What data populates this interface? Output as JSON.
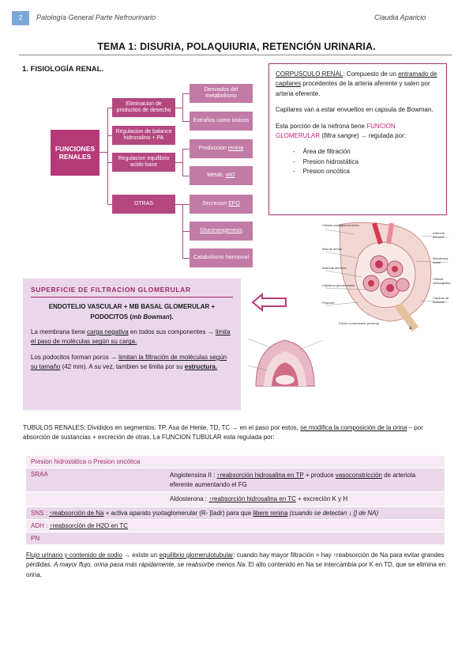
{
  "header": {
    "page_number": "2",
    "left_text": "Patología General Parte Nefrourinario",
    "right_text": "Claudia Aparicio"
  },
  "title": "TEMA 1: DISURIA, POLAQUIURIA, RETENCIÓN URINARIA.",
  "section1": "1.   FISIOLOGÍA RENAL.",
  "diagram": {
    "root": "FUNCIONES RENALES",
    "level2": [
      "Eliminacion de productos de desecho",
      "Regulacion de balance hidrosalino + PA",
      "Regulacion equilibrio acido-base",
      "OTRAS"
    ],
    "level3": [
      {
        "text": "Derivados del metabolismo",
        "underline": ""
      },
      {
        "text": "Extraños como toxicos",
        "underline": ""
      },
      {
        "text": "Produccion ",
        "underline": "renina"
      },
      {
        "text": "Metab. ",
        "underline": "vitD"
      },
      {
        "text": "Secrecion ",
        "underline": "EPO"
      },
      {
        "text": "",
        "underline": "Gluconeogenesis"
      },
      {
        "text": "Catabolismo hormonal",
        "underline": ""
      }
    ]
  },
  "corpusculo": {
    "heading": "CORPUSCULO RENAL",
    "p1_a": ": Compuesto de un ",
    "p1_u": "entramado de capilares",
    "p1_b": " procedentes de la arteria aferente y salen por arteria eferente.",
    "p2": "Capilares van a estar envueltos en capsula de Bowman.",
    "p3_a": "Esta porción de la nefrona tiene ",
    "p3_pink": "FUNCION GLOMERULAR",
    "p3_b": " (",
    "p3_i": "filtra sangre",
    "p3_c": ") → regulada por:",
    "list": [
      "Área de filtración",
      "Presion hidrostática",
      "Presion oncótica"
    ]
  },
  "kidney_labels": {
    "lbl1": "Arteriola eferente",
    "lbl2": "Células yuxtaglomerulares",
    "lbl3": "Mácula densa",
    "lbl4": "Arteriola aferente",
    "lbl5": "Capilares glomerulares",
    "lbl6": "Podocito",
    "lbl7": "Membrana basal",
    "lbl8": "Cápsula de Bowman",
    "lbl9": "Túbulo contorneado proximal",
    "lbl10": "Células mesangiales",
    "lbl11": "a"
  },
  "superficie": {
    "heading": "SUPERFICIE DE FILTRACION GLOMERULAR",
    "center_a": "ENDOTELIO VASCULAR + MB BASAL GLOMERULAR + PODOCITOS (",
    "center_i": "mb Bowman",
    "center_b": ").",
    "p1_a": "La membrana tiene ",
    "p1_u1": "carga negativa",
    "p1_b": " en todos sus componentes → ",
    "p1_u2": "limita el paso de moléculas según su carga.",
    "p2_a": "Los podocitos forman poros → ",
    "p2_u1": "limitan la filtración de moléculas según su tamaño",
    "p2_b": " (42 mm). A su vez, tambien se limita por su ",
    "p2_u2": "estructura."
  },
  "tubulos": {
    "a": "TUBULOS RENALES: Divididos en segmentos: TP, Asa de Henle, TD, TC → en el paso por estos, ",
    "u": "se modifica la composición de la orina",
    "b": " – por absorción de sustancias + excreción de otras. La FUNCION TUBULAR esta regulada por:"
  },
  "table": {
    "r0": "Presion hidrostática o Presion oncótica",
    "r1_label": "SRAA",
    "r1_a": "Angiotensina II : ",
    "r1_u1": "↑reabsorción hidrosalina en TP",
    "r1_b": " + produce ",
    "r1_u2": "vasoconstricción",
    "r1_c": " de arteriola eferente aumentando el FG",
    "r2_a": "Aldosterona : ",
    "r2_u": "↑reabsorción hidrosalina en TC",
    "r2_b": " + excreción K y H",
    "r3_label": "SNS : ",
    "r3_u1": "↑reabsorción de Na",
    "r3_a": " + activa aparato yuxtaglomerular (R- βadr) para que ",
    "r3_u2": "libere renina",
    "r3_i": " (cuando se detectan ↓ [] de NA)",
    "r4_label": "ADH : ",
    "r4_u": "↑reabsorción de H2O en TC",
    "r5": "PN"
  },
  "flujo": {
    "u1": "Flujo urinario y contenido de sodio",
    "a": " → existe un ",
    "u2": "equilibrio glomerulotubular",
    "b": ": cuando hay mayor filtración = hay ↑reabsorción de Na para evitar grandes pérdidas. ",
    "i": "A mayor flujo, orina pasa más rápidamente, se reabsorbe menos Na",
    "c": ". El alto contenido en Na se intercambia por K en TD, que se elimina en orina."
  },
  "colors": {
    "accent": "#b63a78",
    "box_light": "#c27aa6",
    "panel": "#ead7ea",
    "panel_light": "#f6ebf5",
    "header_tab": "#7da7d9"
  }
}
